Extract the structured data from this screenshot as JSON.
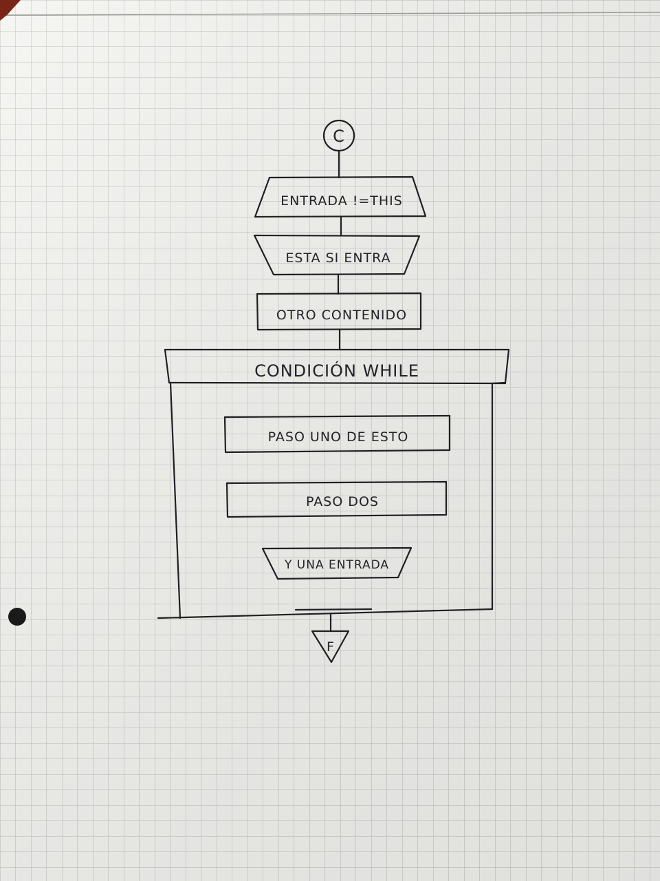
{
  "paper": {
    "background": "#f4f4f1",
    "grid_color": "#b9b9b6"
  },
  "diagram": {
    "start_connector": "C",
    "input_box": "ENTRADA !=THIS",
    "output_box": "ESTA SI ENTRA",
    "process_box": "OTRO CONTENIDO",
    "loop_condition": "CONDICIÓN WHILE",
    "loop_step_1": "PASO UNO DE ESTO",
    "loop_step_2": "PASO DOS",
    "loop_input": "Y UNA ENTRADA",
    "end_connector": "F"
  }
}
